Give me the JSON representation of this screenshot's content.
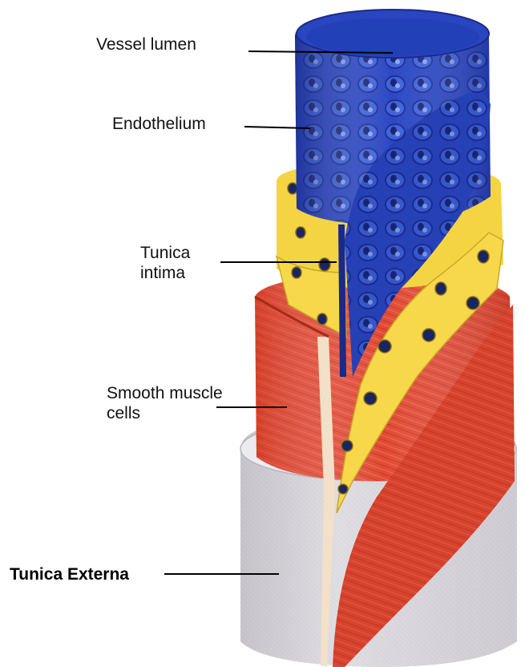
{
  "labels": {
    "vessel_lumen": "Vessel lumen",
    "endothelium": "Endothelium",
    "tunica_intima_line1": "Tunica",
    "tunica_intima_line2": "intima",
    "smooth_muscle_line1": "Smooth muscle",
    "smooth_muscle_line2": "cells",
    "tunica_externa": "Tunica Externa"
  },
  "colors": {
    "endothelium_blue": "#2f4fcf",
    "intima_yellow": "#f7d94a",
    "muscle_red": "#e04a35",
    "externa_gray": "#d9d7dc",
    "leader_line": "#000000"
  }
}
